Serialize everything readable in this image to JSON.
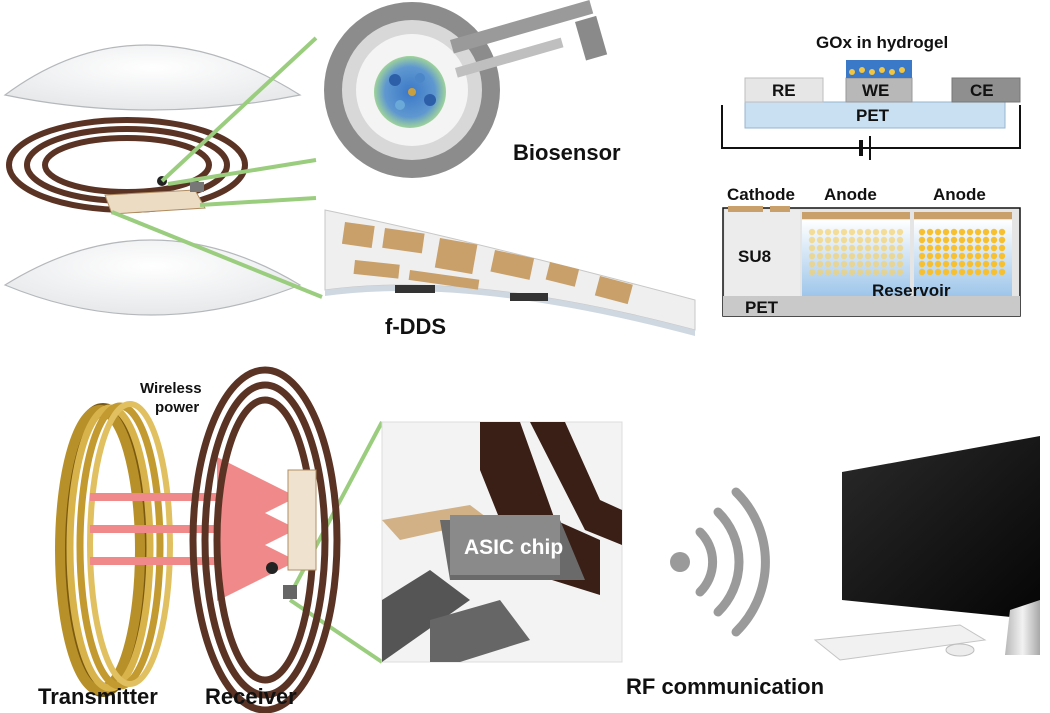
{
  "biosensor": {
    "label": "Biosensor",
    "cross_section": {
      "title": "GOx in hydrogel",
      "electrodes": [
        "RE",
        "WE",
        "CE"
      ],
      "substrate": "PET"
    }
  },
  "fdds": {
    "label": "f-DDS",
    "cross_section": {
      "electrodes": [
        "Cathode",
        "Anode",
        "Anode"
      ],
      "wall": "SU8",
      "reservoir": "Reservoir",
      "substrate": "PET"
    }
  },
  "power": {
    "transmitter": "Transmitter",
    "receiver": "Receiver",
    "wireless_line1": "Wireless",
    "wireless_line2": "power",
    "chip": "ASIC chip"
  },
  "rf": {
    "label": "RF communication"
  },
  "colors": {
    "coil": "#5a3324",
    "leader": "#9acd7e",
    "gold": "#c9a06a",
    "arrow": "#f08a8a",
    "pet": "#c9e0f2",
    "well": "#f6c030",
    "signal": "#9a9a9a"
  }
}
